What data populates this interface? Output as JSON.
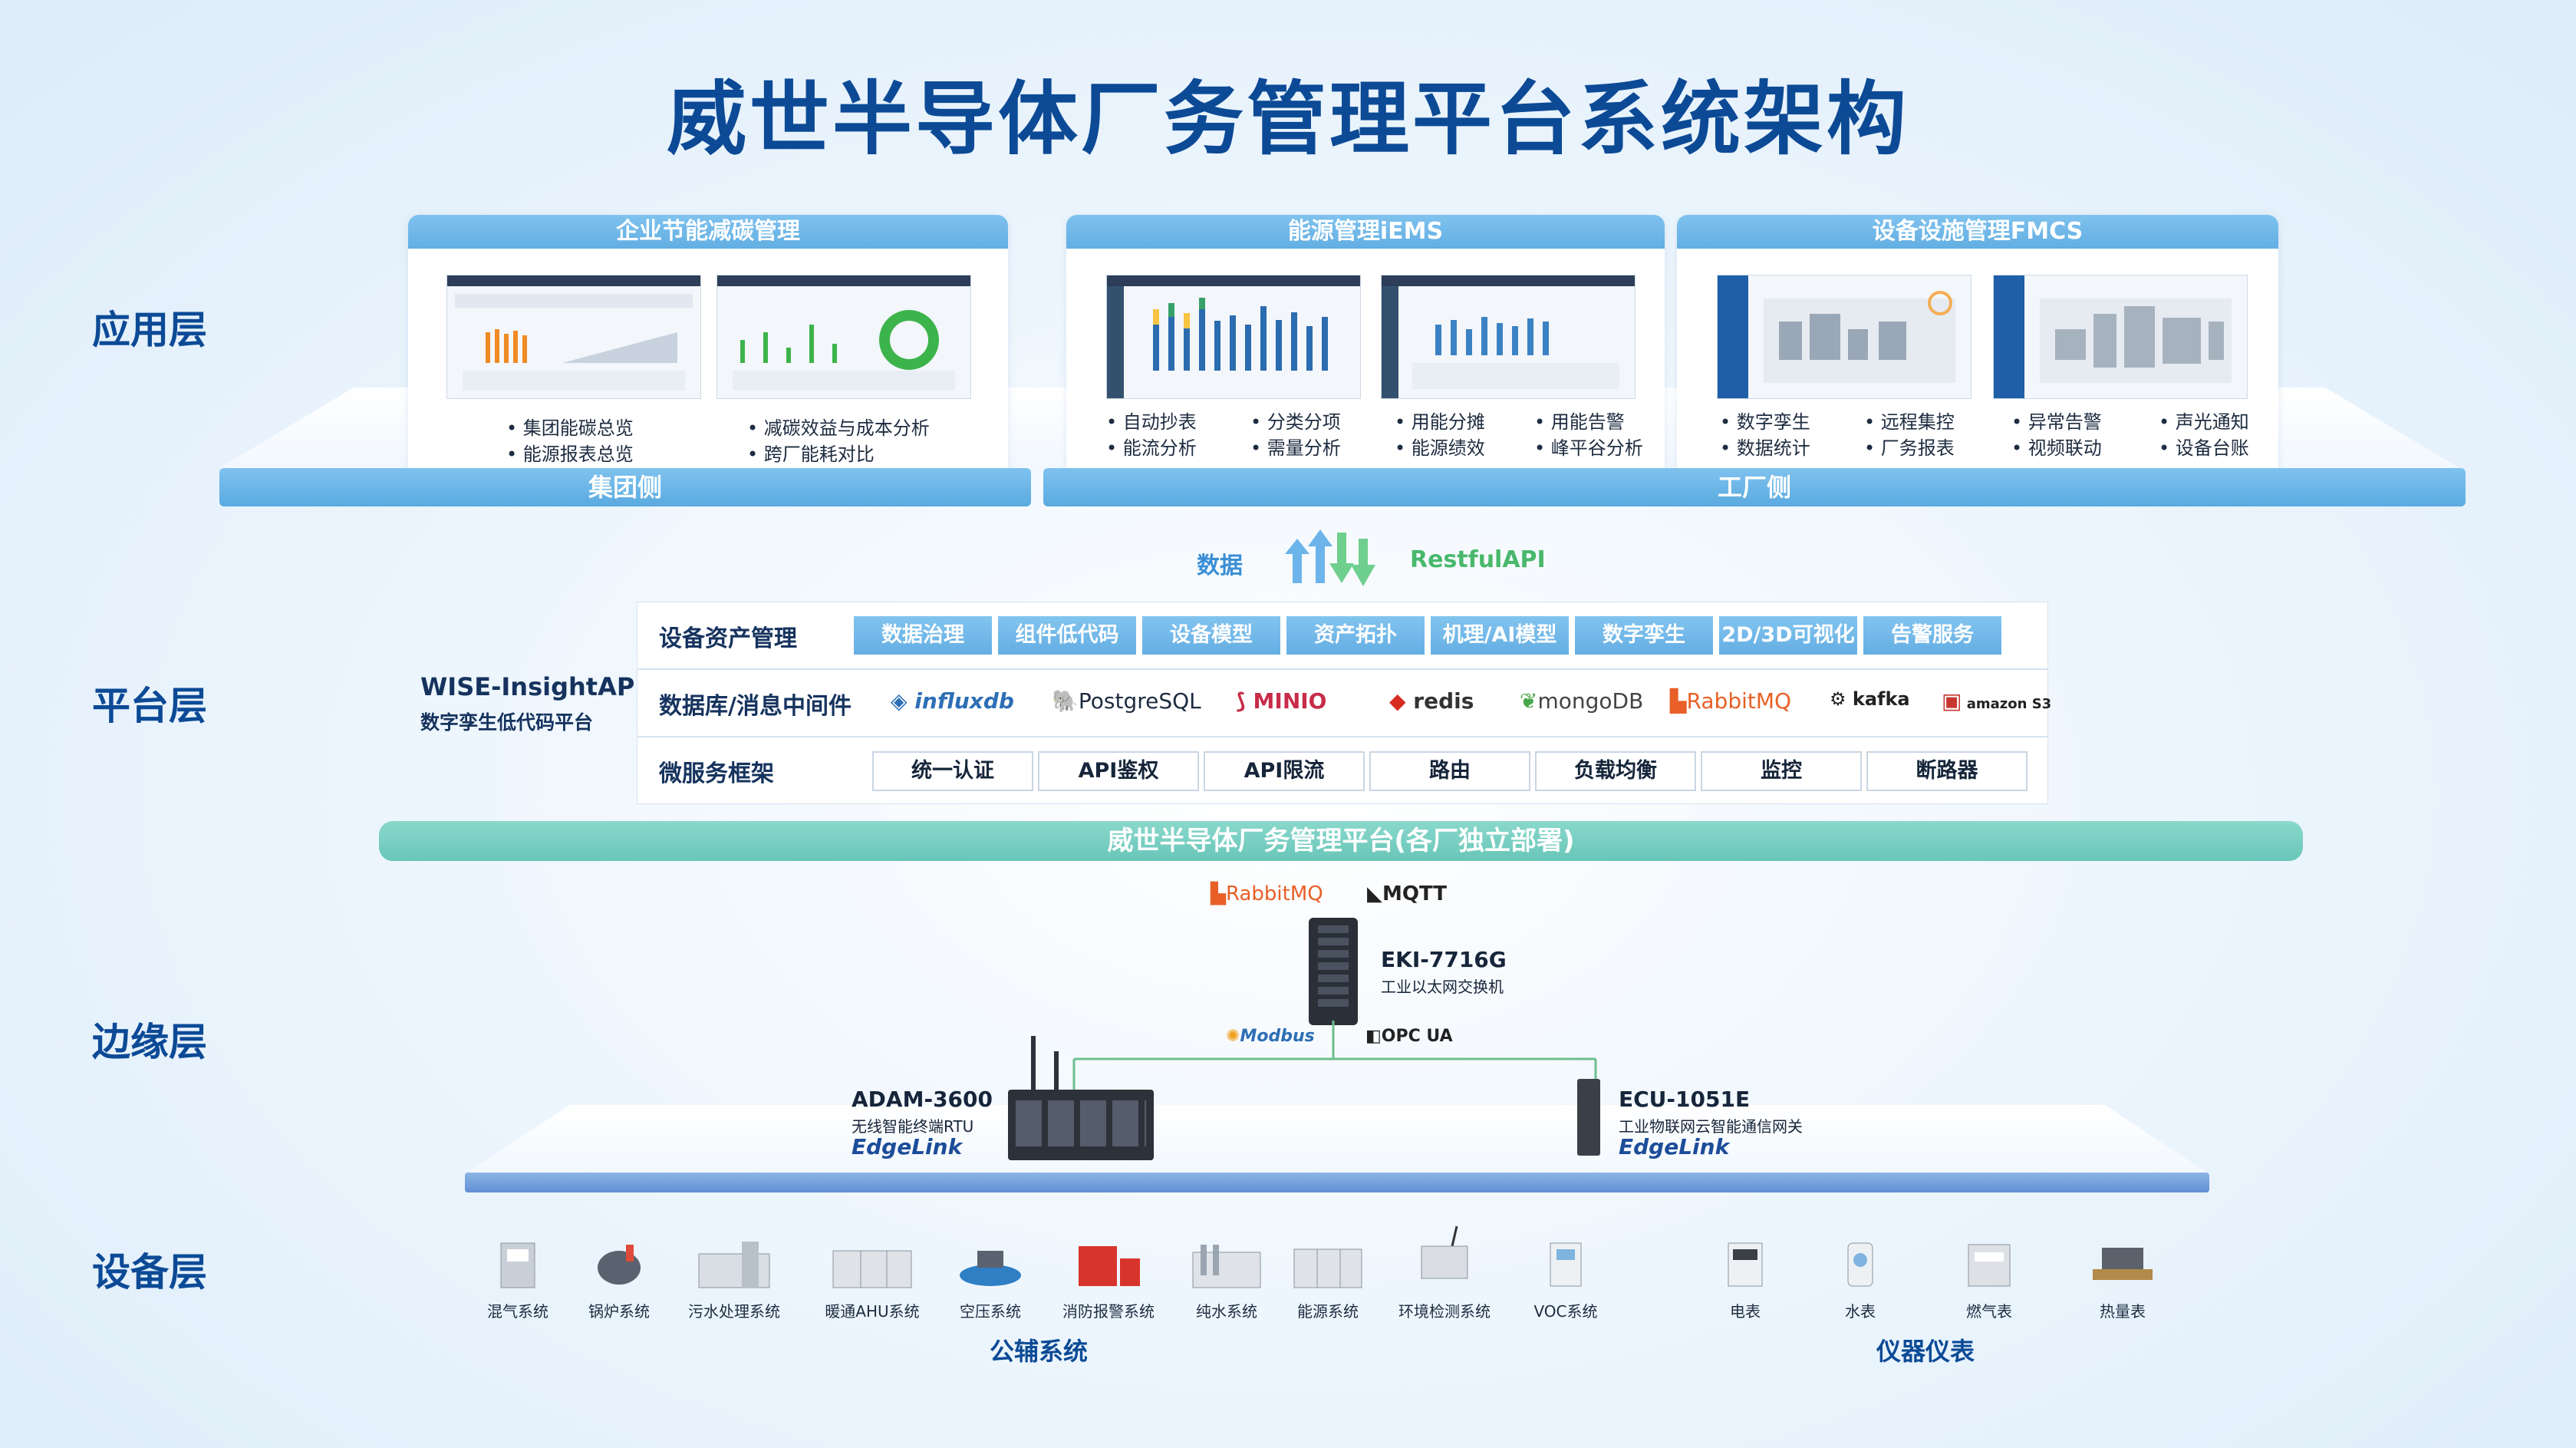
{
  "title": "威世半导体厂务管理平台系统架构",
  "layers": {
    "app": "应用层",
    "platform": "平台层",
    "edge": "边缘层",
    "device": "设备层"
  },
  "app": {
    "group_card": {
      "title": "企业节能减碳管理",
      "bullets": [
        "集团能碳总览",
        "能源报表总览",
        "减碳效益与成本分析",
        "跨厂能耗对比"
      ]
    },
    "iems_card": {
      "title": "能源管理iEMS",
      "bullets": [
        "自动抄表",
        "能流分析",
        "分类分项",
        "需量分析",
        "用能分摊",
        "能源绩效",
        "用能告警",
        "峰平谷分析"
      ]
    },
    "fmcs_card": {
      "title": "设备设施管理FMCS",
      "bullets": [
        "数字孪生",
        "数据统计",
        "远程集控",
        "厂务报表",
        "异常告警",
        "视频联动",
        "声光通知",
        "设备台账"
      ]
    },
    "group_bar": "集团侧",
    "factory_bar": "工厂侧"
  },
  "flow": {
    "data_label": "数据",
    "api_label": "RestfulAPI"
  },
  "platform": {
    "brand": "WISE-InsightAPM",
    "brand_sub": "数字孪生低代码平台",
    "row1": {
      "title": "设备资产管理",
      "items": [
        "数据治理",
        "组件低代码",
        "设备模型",
        "资产拓扑",
        "机理/AI模型",
        "数字孪生",
        "2D/3D可视化",
        "告警服务"
      ]
    },
    "row2": {
      "title": "数据库/消息中间件",
      "logos": [
        "influxdb",
        "PostgreSQL",
        "MINIO",
        "redis",
        "mongoDB",
        "RabbitMQ",
        "kafka",
        "amazon S3"
      ]
    },
    "row3": {
      "title": "微服务框架",
      "items": [
        "统一认证",
        "API鉴权",
        "API限流",
        "路由",
        "负载均衡",
        "监控",
        "断路器"
      ]
    },
    "base_bar": "威世半导体厂务管理平台(各厂独立部署)"
  },
  "edge": {
    "protocols_top": [
      "RabbitMQ",
      "MQTT"
    ],
    "protocols_mid": [
      "Modbus",
      "OPC UA"
    ],
    "switch": {
      "model": "EKI-7716G",
      "desc": "工业以太网交换机"
    },
    "rtu": {
      "model": "ADAM-3600",
      "desc": "无线智能终端RTU",
      "brand": "EdgeLink"
    },
    "gateway": {
      "model": "ECU-1051E",
      "desc": "工业物联网云智能通信网关",
      "brand": "EdgeLink"
    }
  },
  "devices": {
    "aux": [
      "混气系统",
      "锅炉系统",
      "污水处理系统",
      "暖通AHU系统",
      "空压系统",
      "消防报警系统",
      "纯水系统",
      "能源系统",
      "环境检测系统",
      "VOC系统"
    ],
    "aux_group": "公辅系统",
    "meters": [
      "电表",
      "水表",
      "燃气表",
      "热量表"
    ],
    "meters_group": "仪器仪表"
  },
  "colors": {
    "title": "#0c4a96",
    "bar_blue": "#62aee3",
    "bar_teal": "#68c6b8",
    "data_arrow": "#3a8fd6",
    "api_arrow": "#58c07a"
  }
}
